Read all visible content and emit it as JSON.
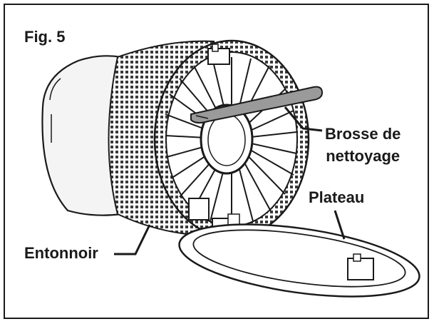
{
  "figure": {
    "label": "Fig. 5"
  },
  "callouts": {
    "brush_line1": "Brosse de",
    "brush_line2": "nettoyage",
    "plate": "Plateau",
    "funnel": "Entonnoir"
  },
  "colors": {
    "ink": "#1a1a1a",
    "background": "#ffffff",
    "housing_fill": "#f4f4f4",
    "mesh": "#3a3a3a"
  }
}
